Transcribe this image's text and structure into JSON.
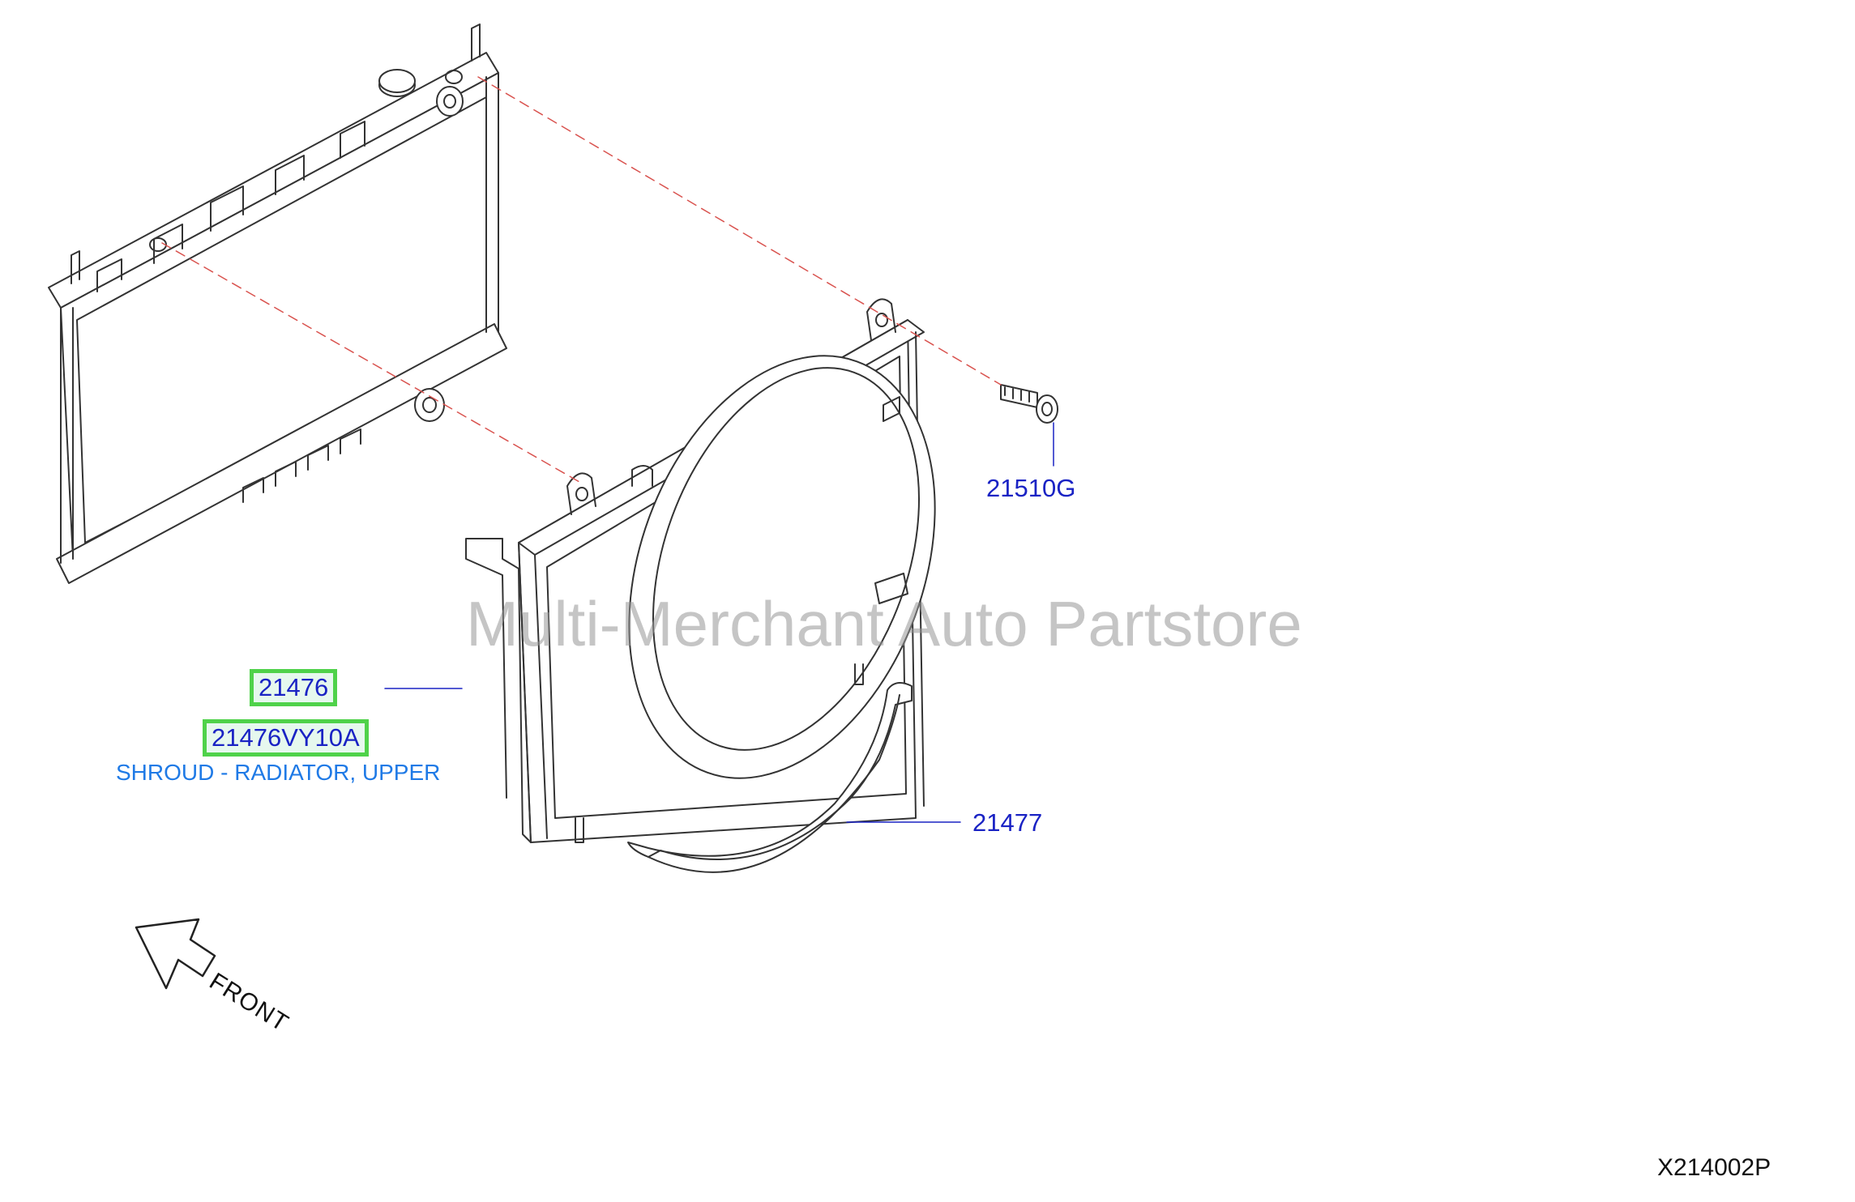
{
  "watermark": "Multi-Merchant Auto Partstore",
  "diagram_ref": "X214002P",
  "direction_label": "FRONT",
  "parts": [
    {
      "code": "21510G"
    },
    {
      "code": "21476",
      "highlighted": true
    },
    {
      "code": "21476VY10A",
      "highlighted": true,
      "description": "SHROUD - RADIATOR, UPPER"
    },
    {
      "code": "21477"
    }
  ],
  "colors": {
    "callout": "#1a23c4",
    "description": "#1f7ae6",
    "highlight_border": "#4fd24a",
    "highlight_fill": "#e6f8ee",
    "alignment_line": "#d9534f",
    "line_art": "#333333"
  }
}
